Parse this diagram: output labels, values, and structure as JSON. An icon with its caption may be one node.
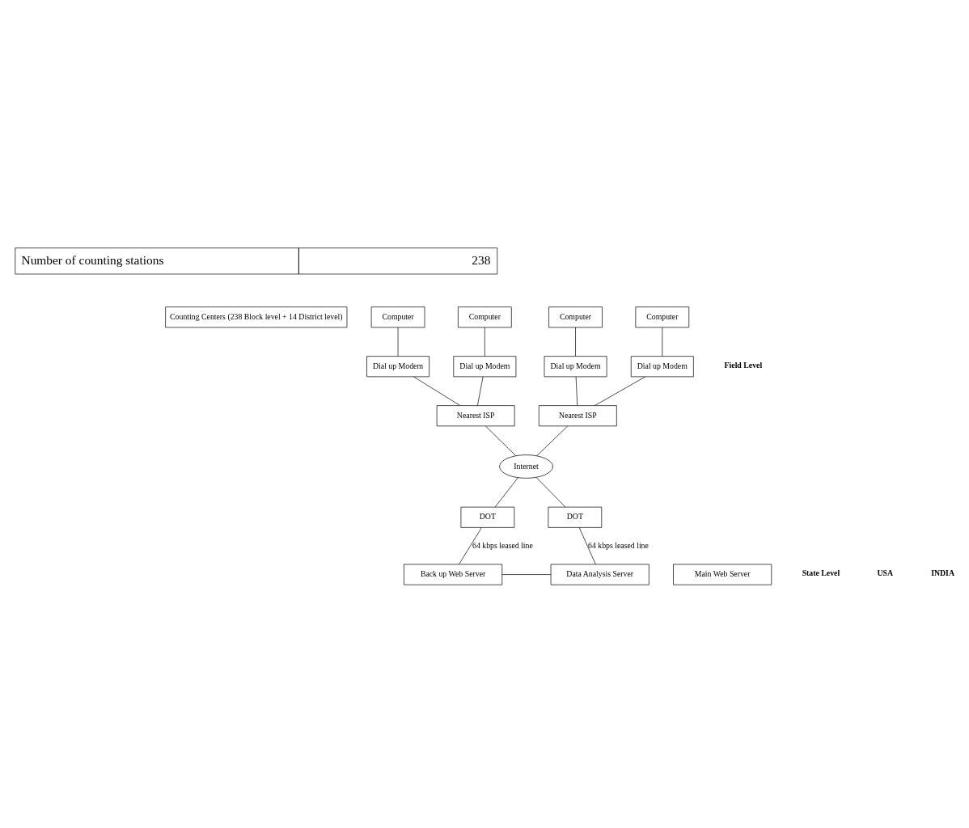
{
  "diagram": {
    "nodes": [
      {
        "text": [
          "Counting Centers (238 Block level + 14 District level)"
        ]
      },
      {
        "text": [
          "Computer"
        ]
      },
      {
        "text": [
          "Computer"
        ]
      },
      {
        "text": [
          "Computer"
        ]
      },
      {
        "text": [
          "Computer"
        ]
      },
      {
        "text": [
          "Dial up Modem"
        ]
      },
      {
        "text": [
          "Dial up Modem"
        ]
      },
      {
        "text": [
          "Dial up Modem"
        ]
      },
      {
        "text": [
          "Dial up Modem"
        ]
      },
      {
        "text": [
          "Nearest ISP"
        ]
      },
      {
        "text": [
          "Nearest ISP"
        ]
      },
      {
        "text": [
          "Internet"
        ]
      },
      {
        "text": [
          "DOT"
        ]
      },
      {
        "text": [
          "DOT"
        ]
      },
      {
        "text": [
          "Main Web Server"
        ]
      },
      {
        "text": [
          "Back up Web Server"
        ]
      },
      {
        "text": [
          "Data Analysis Server"
        ]
      }
    ],
    "edges": [
      {
        "from": 1,
        "to": 5,
        "arrow": "none"
      },
      {
        "from": 2,
        "to": 6,
        "arrow": "none"
      },
      {
        "from": 3,
        "to": 7,
        "arrow": "none"
      },
      {
        "from": 4,
        "to": 8,
        "arrow": "none"
      },
      {
        "from": 5,
        "to": 9,
        "arrow": "none"
      },
      {
        "from": 6,
        "to": 9,
        "arrow": "none"
      },
      {
        "from": 7,
        "to": 10,
        "arrow": "none"
      },
      {
        "from": 8,
        "to": 10,
        "arrow": "none"
      },
      {
        "from": 9,
        "to": 11,
        "arrow": "none"
      },
      {
        "from": 10,
        "to": 11,
        "arrow": "none"
      },
      {
        "from": 11,
        "to": 12,
        "arrow": "none"
      },
      {
        "from": 11,
        "to": 13,
        "arrow": "none"
      },
      {
        "from": 12,
        "to": 15,
        "arrow": "none",
        "label": "64 kbps leased line"
      },
      {
        "from": 13,
        "to": 16,
        "arrow": "none",
        "label": "64 kbps leased line"
      },
      {
        "from": 15,
        "to": 16,
        "arrow": "none"
      }
    ],
    "labels": [
      "Number of counting stations",
      "238",
      "Field Level",
      "State Level",
      "USA",
      "INDIA"
    ]
  }
}
